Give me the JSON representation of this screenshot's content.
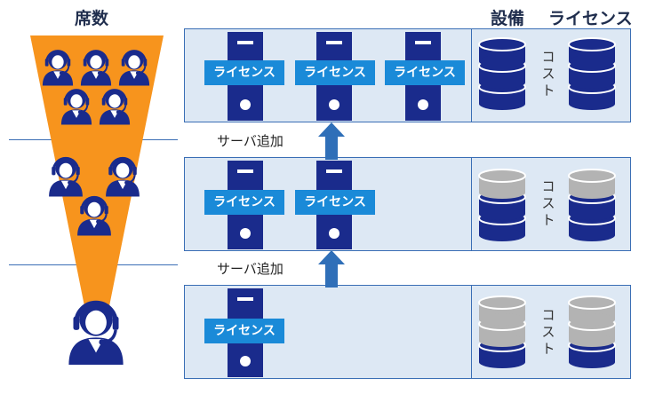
{
  "headers": {
    "seats": "席数",
    "equipment": "設備",
    "license": "ライセンス"
  },
  "license_label": "ライセンス",
  "add_server_label": "サーバ追加",
  "cost_label": "コスト",
  "tiers": [
    {
      "servers": 3
    },
    {
      "servers": 2
    },
    {
      "servers": 1
    }
  ],
  "colors": {
    "funnel": "#f7941d",
    "navy": "#1a2b8c",
    "license_badge": "#1a8ad8",
    "panel_bg": "#dde8f4",
    "panel_border": "#3a6eb5",
    "arrow": "#2f6fb8",
    "db_gray": "#b3b3b3"
  }
}
